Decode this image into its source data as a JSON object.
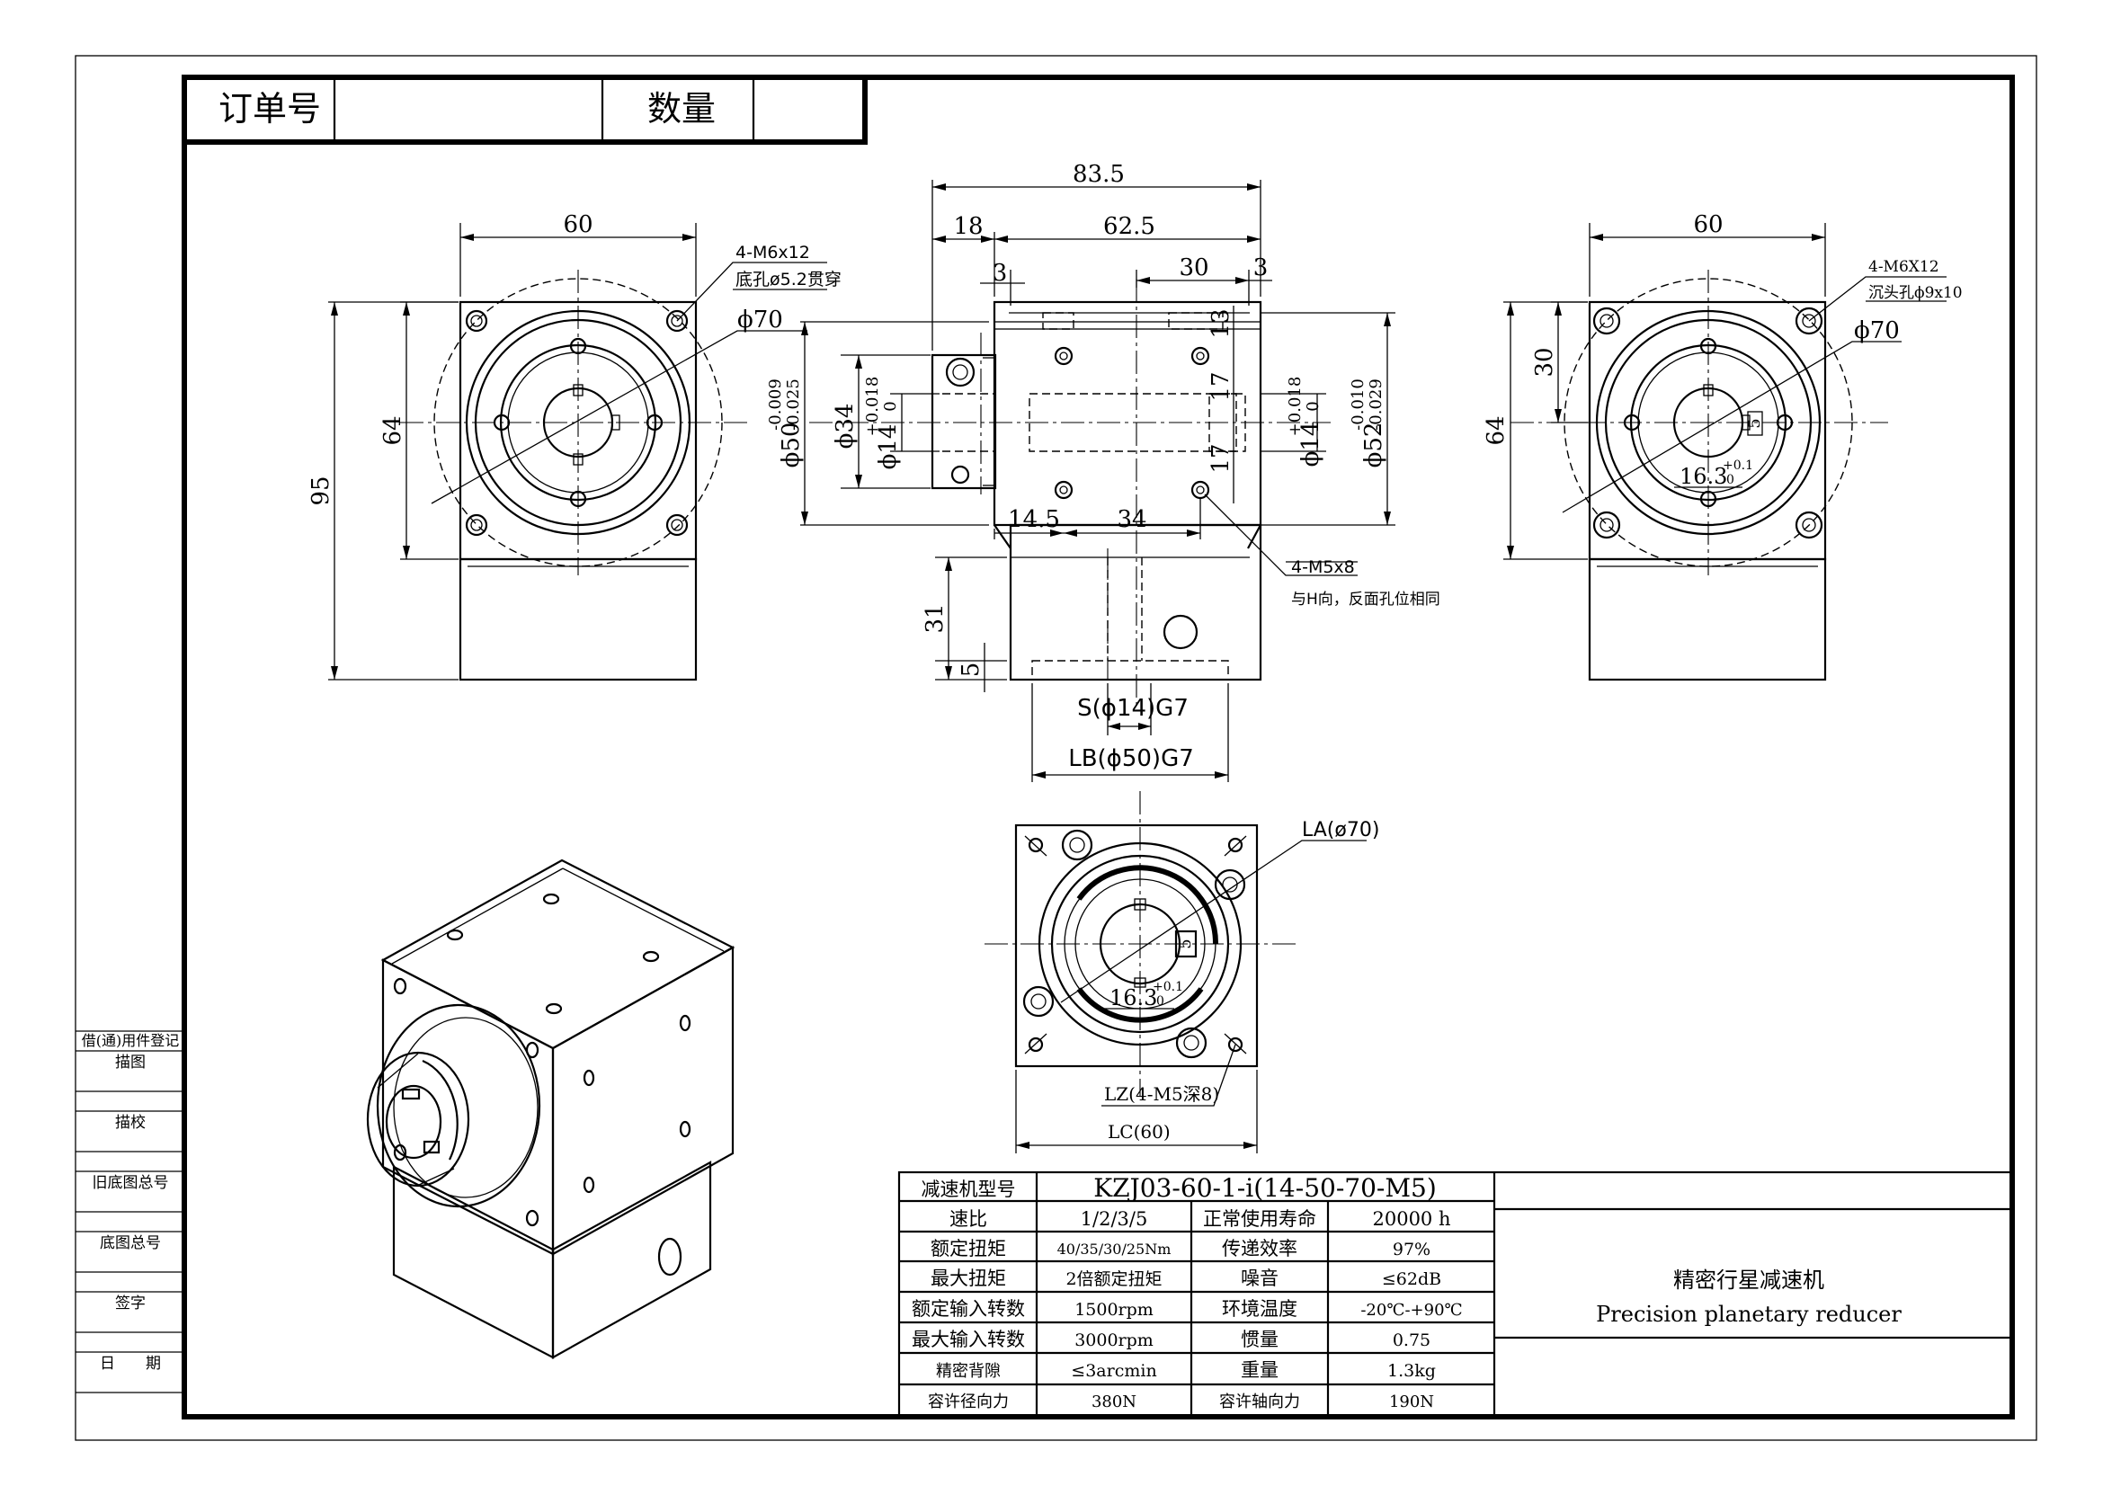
{
  "order_box": {
    "order_label": "订单号",
    "order_value": "",
    "qty_label": "数量",
    "qty_value": ""
  },
  "left_view": {
    "dim_top": "60",
    "dim_64": "64",
    "dim_95": "95",
    "callout_1": "4-M6x12",
    "callout_2": "底孔ø5.2贯穿",
    "callout_3": "ϕ70"
  },
  "front_view": {
    "dim_835": "83.5",
    "dim_18": "18",
    "dim_625": "62.5",
    "dim_3a": "3",
    "dim_30": "30",
    "dim_3b": "3",
    "dim_13": "13",
    "dim_17a": "17",
    "dim_17b": "17",
    "dim_phi34": "ϕ34",
    "dim_phi50": "ϕ50",
    "tol_phi50_u": "-0.009",
    "tol_phi50_l": "-0.025",
    "dim_phi14a": "ϕ14",
    "tol_phi14a_u": "+0.018",
    "tol_phi14a_l": "0",
    "dim_phi14b": "ϕ14",
    "tol_phi14b_u": "+0.018",
    "tol_phi14b_l": "0",
    "dim_phi52": "ϕ52",
    "tol_phi52_u": "-0.010",
    "tol_phi52_l": "-0.029",
    "dim_145": "14.5",
    "dim_34": "34",
    "callout_m5": "4-M5x8",
    "callout_note": "与H向，反面孔位相同",
    "dim_31": "31",
    "dim_5": "5",
    "dim_s": "S(ϕ14)G7",
    "dim_lb": "LB(ϕ50)G7"
  },
  "right_view": {
    "dim_top": "60",
    "dim_30": "30",
    "dim_64": "64",
    "callout_1": "4-M6X12",
    "callout_2": "沉头孔ϕ9x10",
    "callout_3": "ϕ70",
    "dim_key": "5",
    "dim_bore": "16.3",
    "tol_bore_u": "+0.1",
    "tol_bore_l": "0"
  },
  "bottom_view": {
    "callout_la": "LA(ø70)",
    "dim_key": "5",
    "dim_bore": "16.3",
    "tol_bore_u": "+0.1",
    "tol_bore_l": "0",
    "callout_lz": "LZ(4-M5深8)",
    "callout_lc": "LC(60)"
  },
  "side_labels": [
    "借(通)用件登记",
    "描图",
    "",
    "描校",
    "",
    "旧底图总号",
    "",
    "底图总号",
    "",
    "签字",
    "",
    "日　　期",
    ""
  ],
  "spec_table": {
    "rows": [
      [
        "减速机型号",
        "KZJ03-60-1-i(14-50-70-M5)"
      ],
      [
        "速比",
        "1/2/3/5",
        "正常使用寿命",
        "20000 h"
      ],
      [
        "额定扭矩",
        "40/35/30/25Nm",
        "传递效率",
        "97%"
      ],
      [
        "最大扭矩",
        "2倍额定扭矩",
        "噪音",
        "≤62dB"
      ],
      [
        "额定输入转数",
        "1500rpm",
        "环境温度",
        "-20℃-+90℃"
      ],
      [
        "最大输入转数",
        "3000rpm",
        "惯量",
        "0.75"
      ],
      [
        "精密背隙",
        "≤3arcmin",
        "重量",
        "1.3kg"
      ],
      [
        "容许径向力",
        "380N",
        "容许轴向力",
        "190N"
      ]
    ],
    "title_cn": "精密行星减速机",
    "title_en": "Precision planetary reducer"
  }
}
